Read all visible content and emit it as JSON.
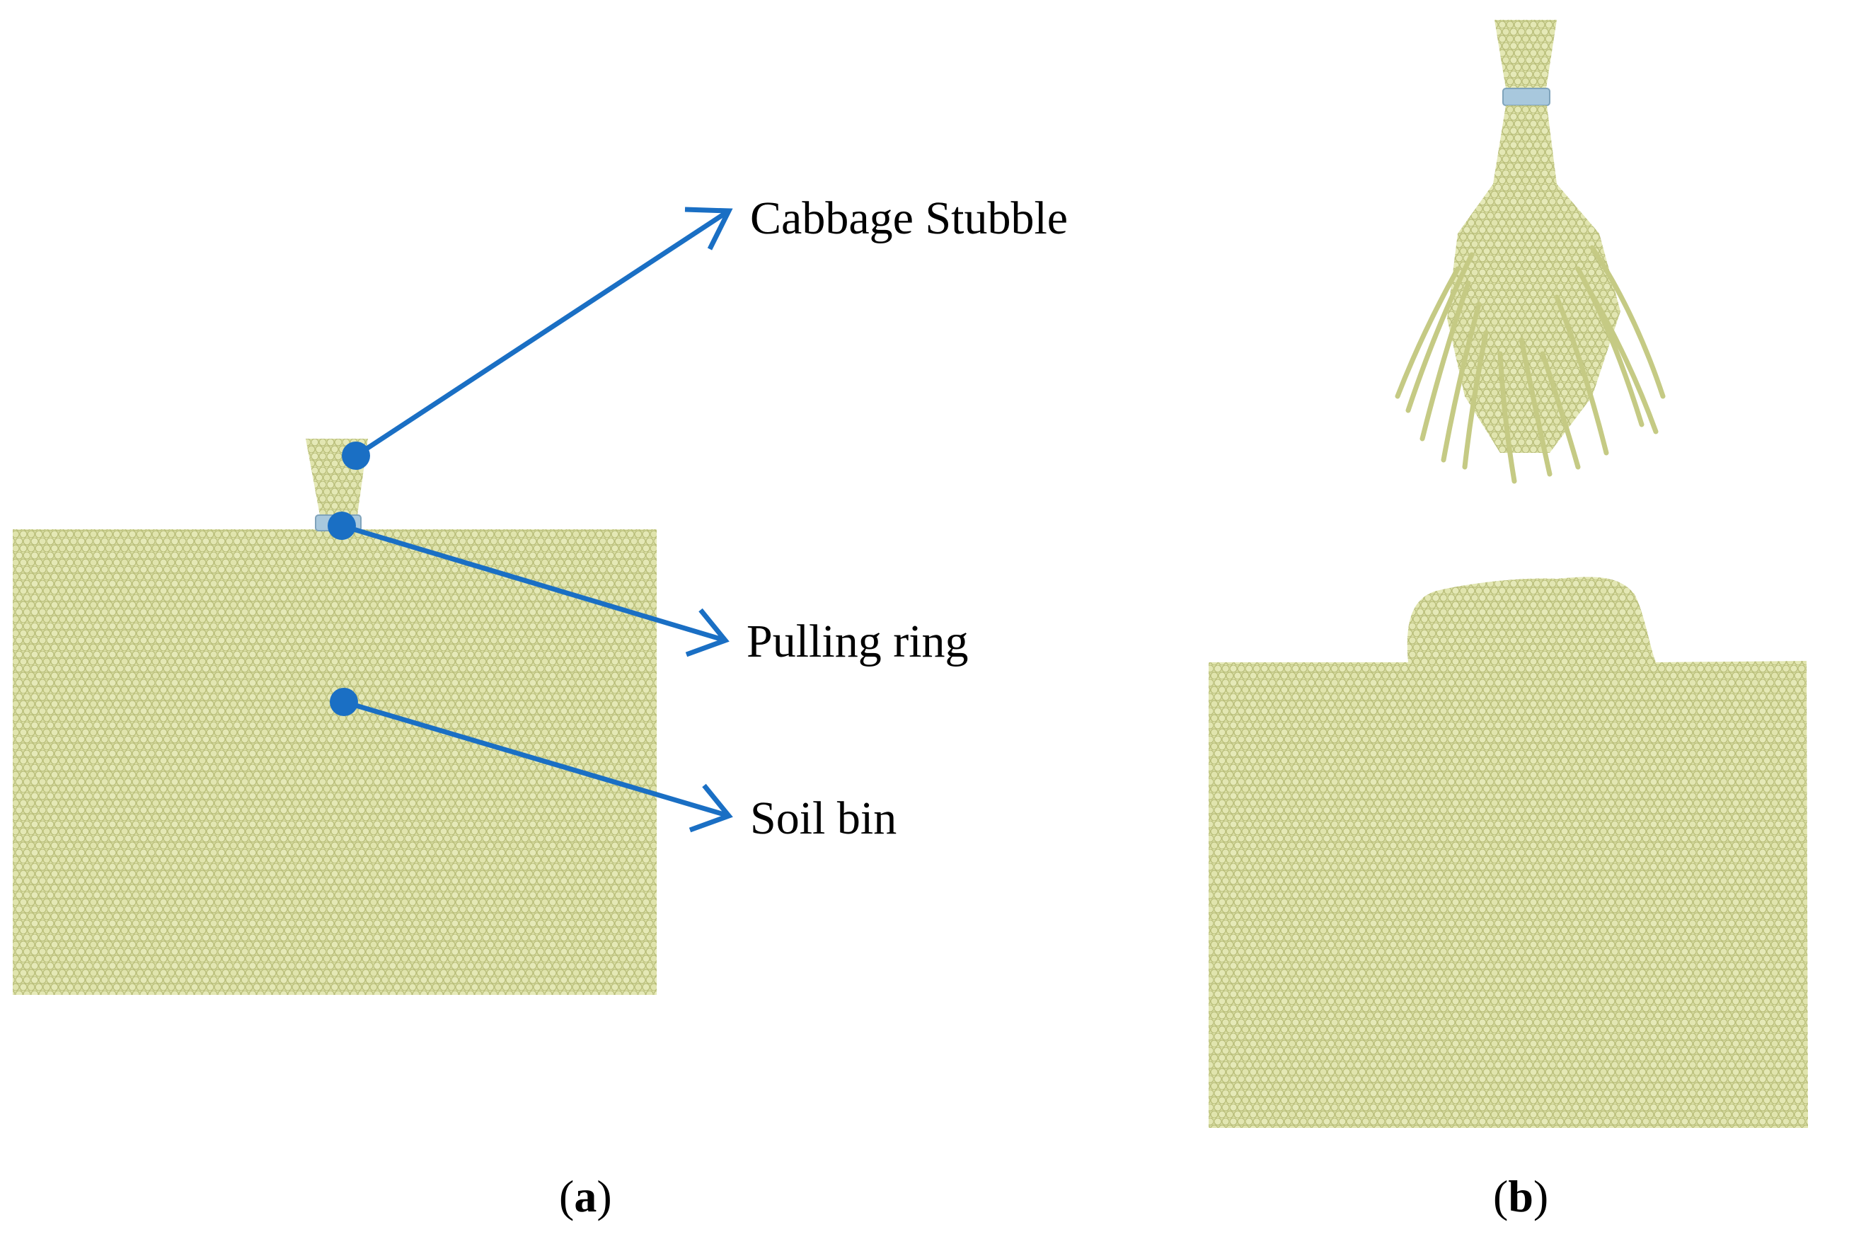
{
  "colors": {
    "particle": "#d8dd9e",
    "particle_edge": "#a9ae68",
    "ring": "#a8c8dd",
    "callout": "#1a6fc4"
  },
  "panel_a": {
    "labels": {
      "stubble": "Cabbage Stubble",
      "ring": "Pulling ring",
      "soil": "Soil bin"
    },
    "caption": {
      "open": "(",
      "letter": "a",
      "close": ")"
    }
  },
  "panel_b": {
    "caption": {
      "open": "(",
      "letter": "b",
      "close": ")"
    }
  }
}
